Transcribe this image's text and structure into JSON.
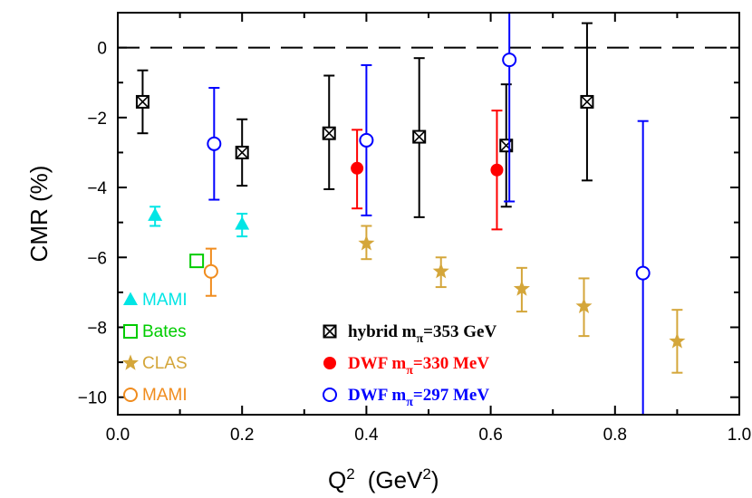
{
  "chart_data": {
    "type": "scatter",
    "title": "",
    "xlabel": "Q",
    "xlabel_sup": "2",
    "xlabel_unit": "(GeV",
    "xlabel_unit_sup": "2",
    "xlabel_unit_close": ")",
    "ylabel": "CMR  (%)",
    "xlim": [
      0,
      1.0
    ],
    "ylim": [
      -10.5,
      1.0
    ],
    "x_ticks": [
      0.0,
      0.2,
      0.4,
      0.6,
      0.8,
      1.0
    ],
    "x_tick_labels": [
      "0.0",
      "0.2",
      "0.4",
      "0.6",
      "0.8",
      "1.0"
    ],
    "y_ticks": [
      0,
      -2,
      -4,
      -6,
      -8,
      -10
    ],
    "y_tick_labels": [
      "0",
      "−2",
      "−4",
      "−6",
      "−8",
      "−10"
    ],
    "reference_line": {
      "y": 0,
      "style": "dashed"
    },
    "series": [
      {
        "key": "hybrid",
        "name": "hybrid  m",
        "name_sub": "π",
        "name_rest": "=353 GeV",
        "marker": "boxed-x",
        "color": "#000000",
        "points": [
          {
            "x": 0.04,
            "y": -1.55,
            "lo": -2.45,
            "hi": -0.65
          },
          {
            "x": 0.2,
            "y": -3.0,
            "lo": -3.95,
            "hi": -2.05
          },
          {
            "x": 0.34,
            "y": -2.45,
            "lo": -4.05,
            "hi": -0.8
          },
          {
            "x": 0.485,
            "y": -2.55,
            "lo": -4.85,
            "hi": -0.3
          },
          {
            "x": 0.625,
            "y": -2.8,
            "lo": -4.55,
            "hi": -1.05
          },
          {
            "x": 0.755,
            "y": -1.55,
            "lo": -3.8,
            "hi": 0.7
          }
        ]
      },
      {
        "key": "dwf330",
        "name": "DWF  m",
        "name_sub": "π",
        "name_rest": "=330 MeV",
        "marker": "filled-circle",
        "color": "#ff0000",
        "points": [
          {
            "x": 0.385,
            "y": -3.45,
            "lo": -4.6,
            "hi": -2.35
          },
          {
            "x": 0.61,
            "y": -3.5,
            "lo": -5.2,
            "hi": -1.8
          }
        ]
      },
      {
        "key": "dwf297",
        "name": "DWF  m",
        "name_sub": "π",
        "name_rest": "=297 MeV",
        "marker": "open-circle",
        "color": "#0000ff",
        "points": [
          {
            "x": 0.155,
            "y": -2.75,
            "lo": -4.35,
            "hi": -1.15
          },
          {
            "x": 0.4,
            "y": -2.65,
            "lo": -4.8,
            "hi": -0.5
          },
          {
            "x": 0.63,
            "y": -0.35,
            "lo": -4.4,
            "hi": 1.0
          },
          {
            "x": 0.845,
            "y": -6.45,
            "lo": -10.5,
            "hi": -2.1
          }
        ]
      },
      {
        "key": "mami_tri",
        "name": "MAMI",
        "marker": "filled-triangle",
        "color": "#00e5e5",
        "points": [
          {
            "x": 0.06,
            "y": -4.8,
            "lo": -5.1,
            "hi": -4.55
          },
          {
            "x": 0.2,
            "y": -5.05,
            "lo": -5.4,
            "hi": -4.75
          }
        ]
      },
      {
        "key": "bates",
        "name": "Bates",
        "marker": "open-square",
        "color": "#00cc00",
        "points": [
          {
            "x": 0.127,
            "y": -6.1
          }
        ]
      },
      {
        "key": "clas",
        "name": "CLAS",
        "marker": "star",
        "color": "#d4a63a",
        "points": [
          {
            "x": 0.4,
            "y": -5.6,
            "lo": -6.05,
            "hi": -5.1
          },
          {
            "x": 0.52,
            "y": -6.4,
            "lo": -6.85,
            "hi": -6.0
          },
          {
            "x": 0.65,
            "y": -6.9,
            "lo": -7.55,
            "hi": -6.3
          },
          {
            "x": 0.75,
            "y": -7.4,
            "lo": -8.25,
            "hi": -6.6
          },
          {
            "x": 0.9,
            "y": -8.4,
            "lo": -9.3,
            "hi": -7.5
          }
        ]
      },
      {
        "key": "mami_circ",
        "name": "MAMI",
        "marker": "open-circle",
        "color": "#f08c1e",
        "points": [
          {
            "x": 0.15,
            "y": -6.4,
            "lo": -7.1,
            "hi": -5.75
          }
        ]
      }
    ],
    "legend_left_order": [
      "mami_tri",
      "bates",
      "clas",
      "mami_circ"
    ],
    "legend_right_order": [
      "hybrid",
      "dwf330",
      "dwf297"
    ],
    "legend_left_placement": "bottom-left",
    "legend_right_placement": "bottom-center",
    "grid": false
  }
}
